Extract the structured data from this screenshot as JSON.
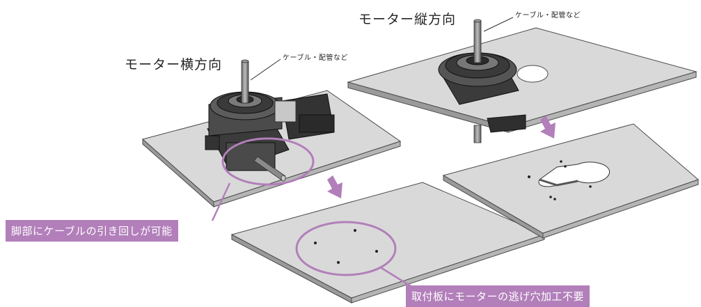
{
  "labels": {
    "horizontal_title": "モーター横方向",
    "vertical_title": "モーター縦方向",
    "cable_note_left": "ケーブル・配管など",
    "cable_note_right": "ケーブル・配管など"
  },
  "callouts": {
    "leg_routing": "脚部にケーブルの引き回しが可能",
    "no_relief_hole": "取付板にモーターの逃げ穴加工不要"
  },
  "colors": {
    "callout": "#b27fba",
    "arrow": "#b27fba",
    "plate_top": "#d9d9d9",
    "plate_edge": "#8f8f8f",
    "motor_dark": "#3b3b3b"
  }
}
